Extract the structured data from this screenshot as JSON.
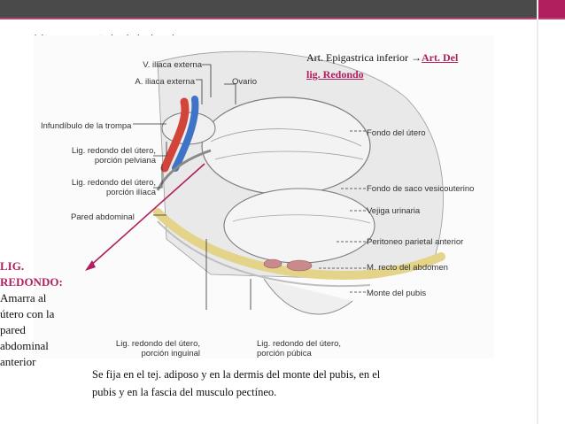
{
  "figure": {
    "caption": "l útero, cara anterior, lado derecho.",
    "labels": {
      "v_iliaca": "V. iliaca externa",
      "a_iliaca": "A. iliaca externa",
      "ovario": "Ovario",
      "infundibulo": "Infundíbulo de la trompa",
      "lig_pelviana_1": "Lig. redondo del útero,",
      "lig_pelviana_2": "porción pelviana",
      "lig_iliaca_1": "Lig. redondo del útero,",
      "lig_iliaca_2": "porción ilíaca",
      "pared": "Pared abdominal",
      "fondo_utero": "Fondo del útero",
      "fondo_saco": "Fondo de saco vesicouterino",
      "vejiga": "Vejiga urinaria",
      "peritoneo": "Peritoneo parietal anterior",
      "recto": "M. recto del abdomen",
      "monte": "Monte del pubis",
      "lig_inguinal_1": "Lig. redondo del útero,",
      "lig_inguinal_2": "porción inguinal",
      "lig_pubica_1": "Lig. redondo del útero,",
      "lig_pubica_2": "porción púbica"
    }
  },
  "note": {
    "prefix": "Art. Epigastrica inferior ",
    "arrow": "→",
    "link_line1": "Art. Del",
    "link_line2": "lig. Redondo"
  },
  "lig_box": {
    "title_line1": "LIG.",
    "title_line2": "REDONDO:",
    "body_lines": [
      "Amarra al",
      "útero con la",
      "pared",
      "abdominal",
      "anterior"
    ]
  },
  "bottom": {
    "line1": "Se fija en el tej. adiposo y en la dermis del monte del pubis, en el",
    "line2": "pubis y en la fascia del musculo pectíneo."
  },
  "colors": {
    "accent": "#b0205e",
    "header": "#4a4a4a",
    "artery_red": "#d2443a",
    "vein_blue": "#3f73c6"
  }
}
